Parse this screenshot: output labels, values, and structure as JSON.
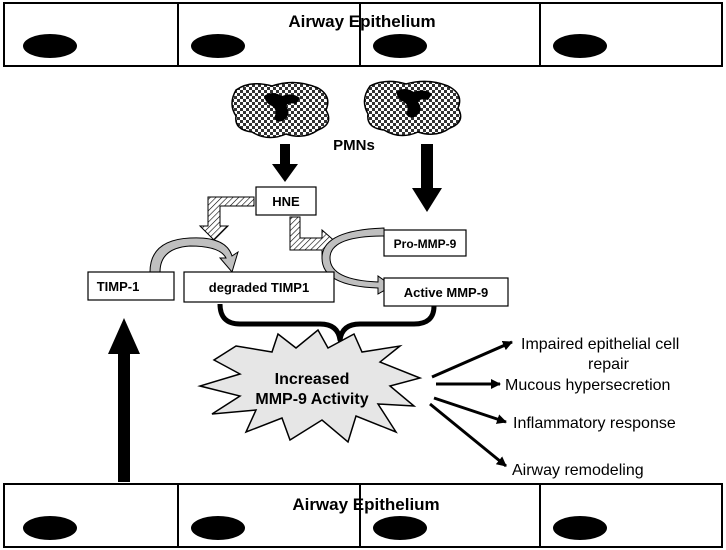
{
  "top_layer": {
    "label": "Airway Epithelium"
  },
  "bottom_layer": {
    "label": "Airway Epithelium"
  },
  "pmns": {
    "label": "PMNs"
  },
  "hne": {
    "label": "HNE"
  },
  "pro_mmp9": {
    "label": "Pro-MMP-9"
  },
  "active_mmp9": {
    "label": "Active MMP-9"
  },
  "timp1": {
    "label": "TIMP-1"
  },
  "degraded_timp1": {
    "label": "degraded TIMP1"
  },
  "burst": {
    "line1": "Increased",
    "line2": "MMP-9 Activity"
  },
  "outcomes": {
    "impaired_line1": "Impaired epithelial cell",
    "impaired_line2": "repair",
    "mucous": "Mucous hypersecretion",
    "inflammatory": "Inflammatory response",
    "remodeling": "Airway remodeling"
  },
  "colors": {
    "ink": "#000000",
    "burst_fill": "#e6e6e6",
    "arc_fill": "#bfbfbf"
  }
}
